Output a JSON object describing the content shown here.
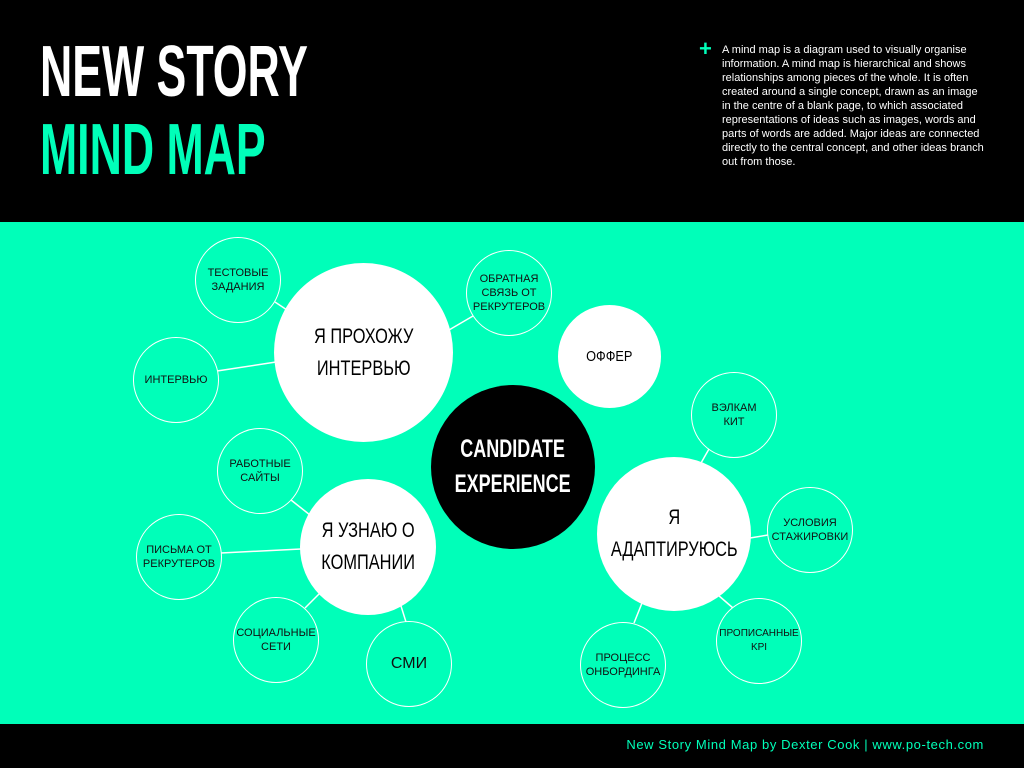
{
  "header": {
    "title_line1": "NEW STORY",
    "title_line2": "MIND MAP",
    "plus_symbol": "+",
    "description": "A mind map is a diagram used to visually organise information. A mind map is hierarchical and shows relationships among pieces of the whole. It is often created around a single concept, drawn as an image in the centre of a blank page, to which associated representations of ideas such as images, words and parts of words are added. Major ideas are connected directly to the central concept, and other ideas branch out from those."
  },
  "colors": {
    "accent": "#00ffb9",
    "background": "#000000",
    "node_fill": "#ffffff"
  },
  "mind_map": {
    "center": "CANDIDATE\nEXPERIENCE",
    "branches": {
      "interview": {
        "label": "Я ПРОХОЖУ\nИНТЕРВЬЮ",
        "leaves": {
          "tests": "ТЕСТОВЫЕ\nЗАДАНИЯ",
          "feedback": "ОБРАТНАЯ\nСВЯЗЬ ОТ\nРЕКРУТЕРОВ",
          "interview": "ИНТЕРВЬЮ"
        }
      },
      "offer": {
        "label": "ОФФЕР"
      },
      "learn": {
        "label": "Я УЗНАЮ О\nКОМПАНИИ",
        "leaves": {
          "job_sites": "РАБОТНЫЕ\nСАЙТЫ",
          "letters": "ПИСЬМА ОТ\nРЕКРУТЕРОВ",
          "social": "СОЦИАЛЬНЫЕ\nСЕТИ",
          "media": "СМИ"
        }
      },
      "adapt": {
        "label": "Я АДАПТИРУЮСЬ",
        "leaves": {
          "welcome_kit": "ВЭЛКАМ\nКИТ",
          "internship": "УСЛОВИЯ\nСТАЖИРОВКИ",
          "onboarding": "ПРОЦЕСС\nОНБОРДИНГА",
          "kpi": "ПРОПИСАННЫЕ\nKPI"
        }
      }
    }
  },
  "footer": {
    "credit": "New Story Mind Map by Dexter Cook | www.po-tech.com"
  }
}
